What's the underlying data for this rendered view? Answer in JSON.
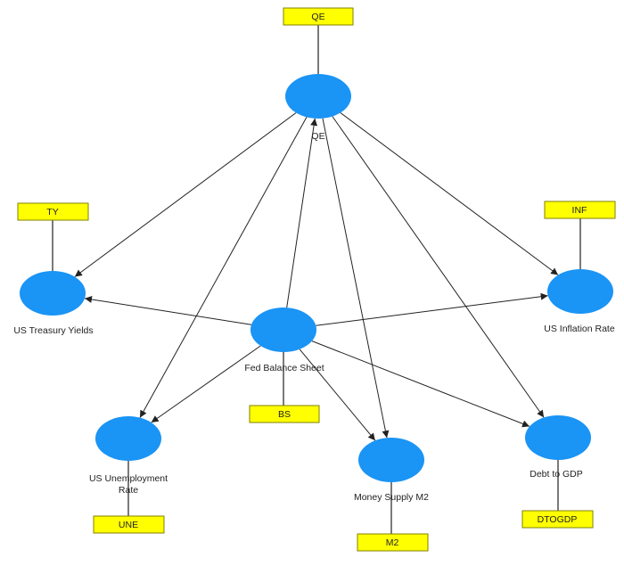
{
  "colors": {
    "node_fill": "#1a94f5",
    "indicator_fill": "#ffff00",
    "indicator_stroke": "#808000",
    "edge": "#222222"
  },
  "nodes": {
    "qe": {
      "label": "QE"
    },
    "ty": {
      "label": "US Treasury Yields"
    },
    "inf": {
      "label": "US Inflation Rate"
    },
    "bs": {
      "label": "Fed Balance Sheet"
    },
    "une": {
      "label_line1": "US Unemployment",
      "label_line2": "Rate"
    },
    "m2": {
      "label": "Money Supply M2"
    },
    "dtogdp": {
      "label": "Debt to GDP"
    }
  },
  "indicators": {
    "qe": "QE",
    "ty": "TY",
    "inf": "INF",
    "bs": "BS",
    "une": "UNE",
    "m2": "M2",
    "dtogdp": "DTOGDP"
  },
  "edges": [
    {
      "from": "qe",
      "to": "ty"
    },
    {
      "from": "qe",
      "to": "une"
    },
    {
      "from": "qe",
      "to": "m2"
    },
    {
      "from": "qe",
      "to": "dtogdp"
    },
    {
      "from": "qe",
      "to": "inf"
    },
    {
      "from": "bs",
      "to": "qe"
    },
    {
      "from": "bs",
      "to": "ty"
    },
    {
      "from": "bs",
      "to": "inf"
    },
    {
      "from": "bs",
      "to": "une"
    },
    {
      "from": "bs",
      "to": "m2"
    },
    {
      "from": "bs",
      "to": "dtogdp"
    }
  ]
}
